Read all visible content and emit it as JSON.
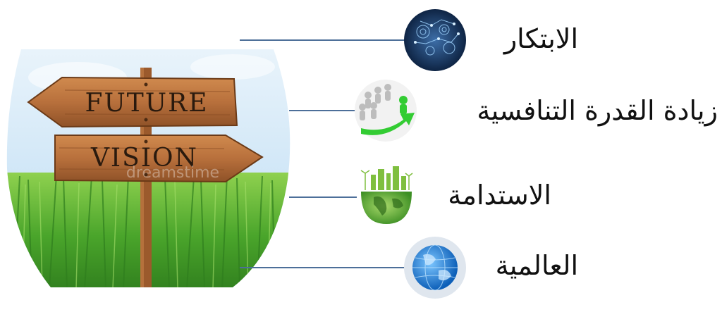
{
  "sign": {
    "top_text": "FUTURE",
    "bottom_text": "VISION",
    "watermark": "dreamstime"
  },
  "items": [
    {
      "label": "الابتكار",
      "icon": "gears-network-icon"
    },
    {
      "label": "زيادة القدرة التنافسية",
      "icon": "competition-arrow-icon"
    },
    {
      "label": "الاستدامة",
      "icon": "green-earth-city-icon"
    },
    {
      "label": "العالمية",
      "icon": "globe-icon"
    }
  ],
  "colors": {
    "connector": "#4d6f99",
    "sky": "#cfe6f7",
    "grass": "#4aa52b",
    "wood": "#b8703c"
  }
}
